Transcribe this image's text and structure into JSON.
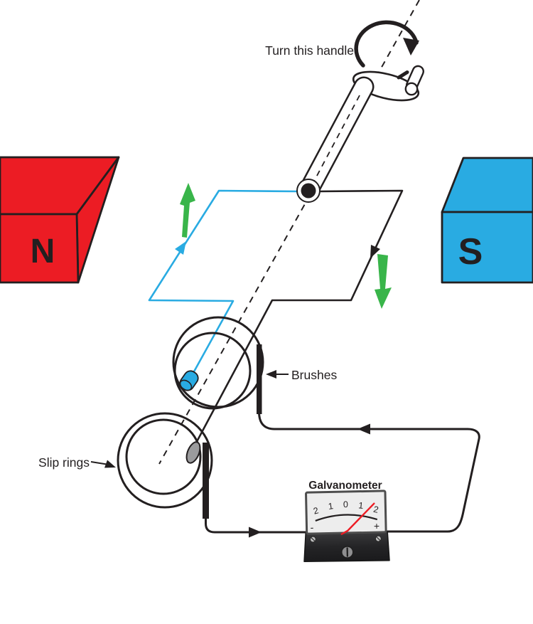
{
  "diagram": {
    "handle_label": "Turn this handle",
    "brushes_label": "Brushes",
    "slip_rings_label": "Slip rings",
    "north_pole": "N",
    "south_pole": "S"
  },
  "galvanometer": {
    "title": "Galvanometer",
    "scale_labels": [
      "2",
      "1",
      "0",
      "1",
      "2"
    ],
    "negative_sign": "-",
    "positive_sign": "+"
  },
  "colors": {
    "north_magnet_red": "#EC1C24",
    "south_magnet_blue": "#29ABE2",
    "coil_front_cyan": "#29ABE2",
    "ink_black": "#231F20",
    "motion_arrow_green": "#39B54A",
    "needle_red": "#ED1C24",
    "connector_gray": "#9B9B9D"
  }
}
